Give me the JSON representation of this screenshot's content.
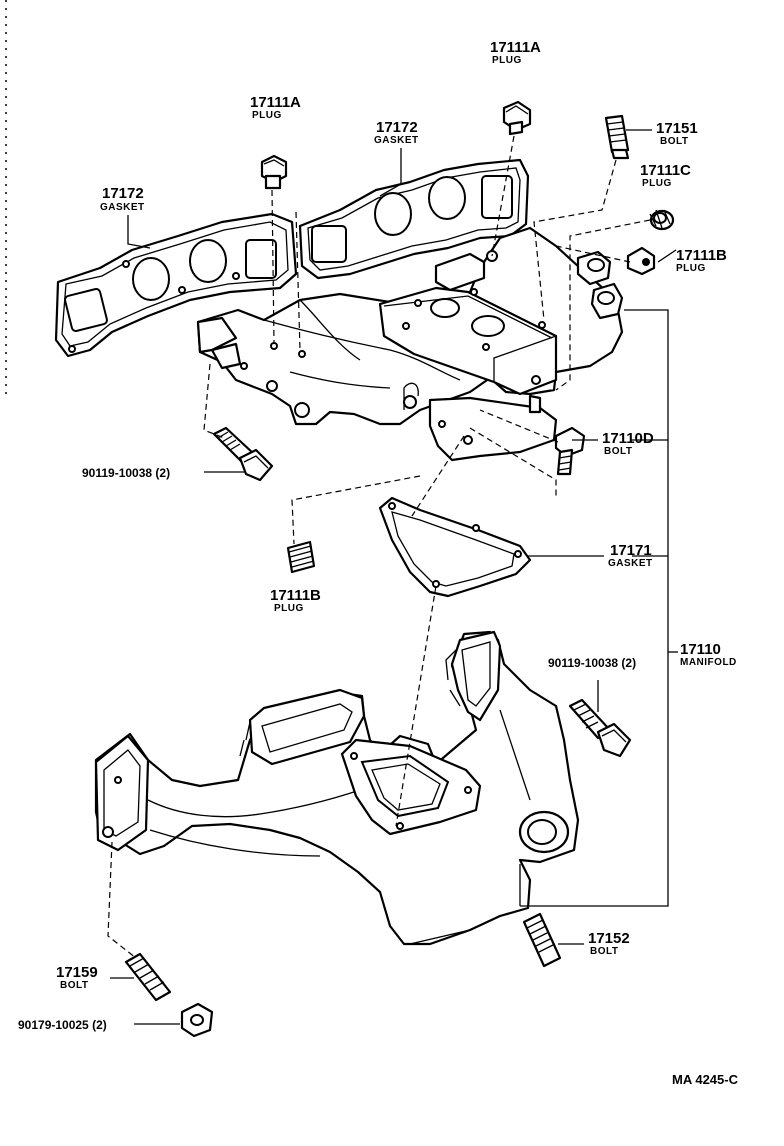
{
  "diagram_code": "MA 4245-C",
  "labels": {
    "plug_17111a_top": {
      "part": "17111A",
      "name": "PLUG"
    },
    "plug_17111a_left": {
      "part": "17111A",
      "name": "PLUG"
    },
    "gasket_17172_center": {
      "part": "17172",
      "name": "GASKET"
    },
    "gasket_17172_left": {
      "part": "17172",
      "name": "GASKET"
    },
    "bolt_17151": {
      "part": "17151",
      "name": "BOLT"
    },
    "plug_17111c": {
      "part": "17111C",
      "name": "PLUG"
    },
    "plug_17111b_right": {
      "part": "17111B",
      "name": "PLUG"
    },
    "bolt_17110d": {
      "part": "17110D",
      "name": "BOLT"
    },
    "bolt_90119_upper": {
      "part": "90119-10038 (2)"
    },
    "plug_17111b_lower": {
      "part": "17111B",
      "name": "PLUG"
    },
    "gasket_17171": {
      "part": "17171",
      "name": "GASKET"
    },
    "manifold_17110": {
      "part": "17110",
      "name": "MANIFOLD"
    },
    "bolt_90119_lower": {
      "part": "90119-10038 (2)"
    },
    "bolt_17152": {
      "part": "17152",
      "name": "BOLT"
    },
    "bolt_17159": {
      "part": "17159",
      "name": "BOLT"
    },
    "nut_90179": {
      "part": "90179-10025 (2)"
    }
  }
}
